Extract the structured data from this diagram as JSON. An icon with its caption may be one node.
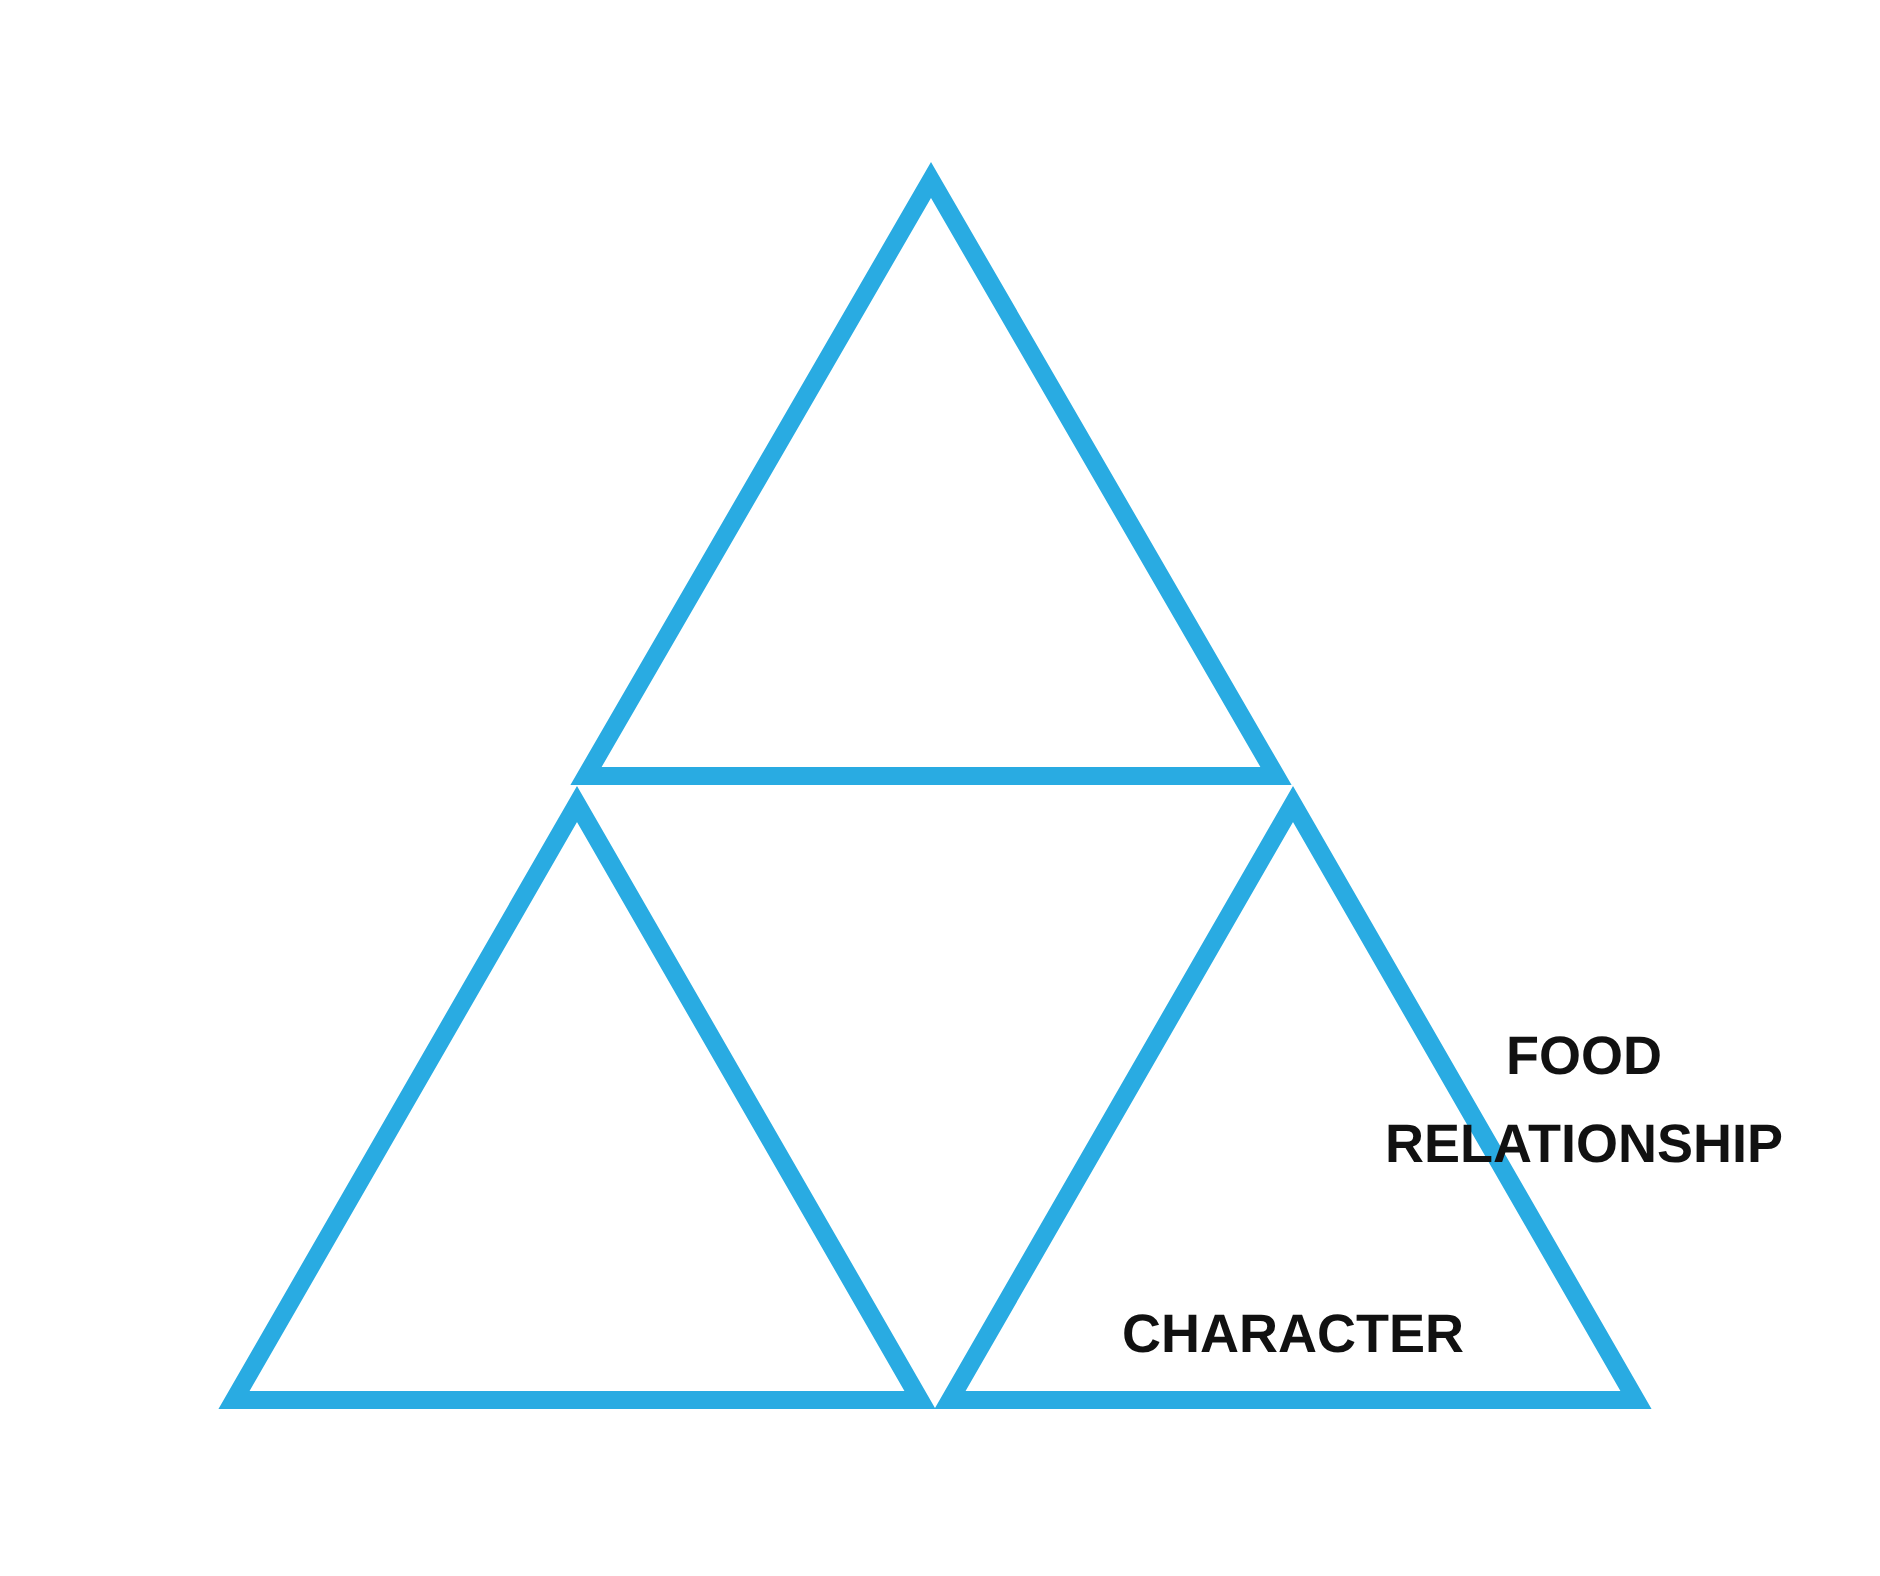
{
  "diagram": {
    "nodes": [
      {
        "text": [],
        "shape": "triangle"
      },
      {
        "text": [],
        "shape": "triangle"
      },
      {
        "text": [
          "CHARACTER"
        ]
      }
    ],
    "labels": [
      "FOOD RELATIONSHIP"
    ]
  }
}
